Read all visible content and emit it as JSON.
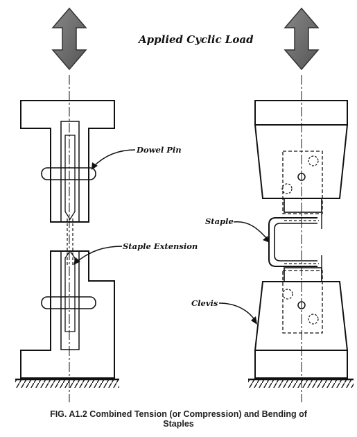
{
  "labels": {
    "applied_cyclic_load": "Applied Cyclic Load",
    "dowel_pin": "Dowel Pin",
    "staple_extension": "Staple Extension",
    "staple": "Staple",
    "clevis": "Clevis"
  },
  "caption": {
    "line1": "FIG. A1.2 Combined Tension (or Compression) and Bending of",
    "line2": "Staples"
  }
}
